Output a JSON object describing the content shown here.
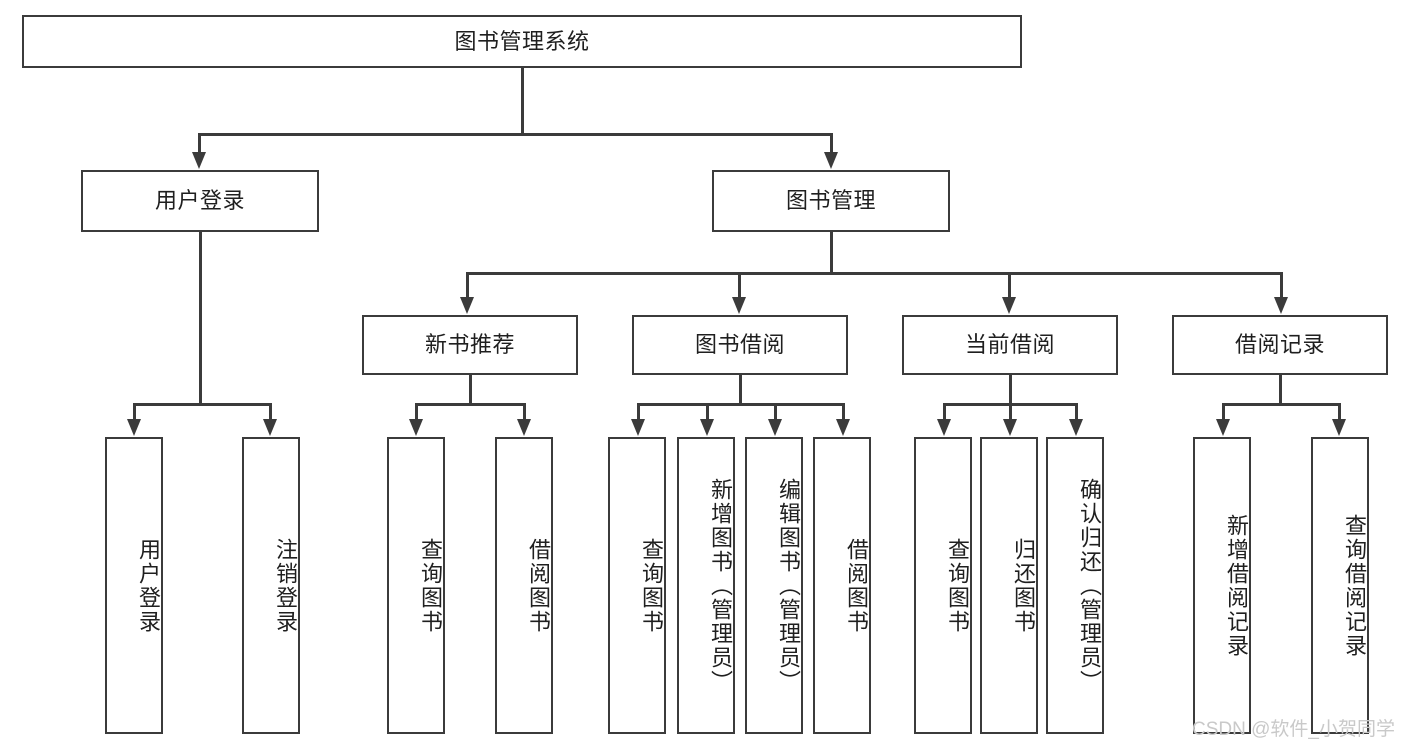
{
  "diagram": {
    "type": "tree-hierarchy",
    "title": "图书管理系统",
    "watermark": "CSDN @软件_小贺同学",
    "colors": {
      "stroke": "#3b3b3b",
      "fill": "#ffffff",
      "text": "#1f1f1f",
      "watermark": "#c9c9c9"
    },
    "root": {
      "label": "图书管理系统"
    },
    "level2": [
      {
        "label": "用户登录"
      },
      {
        "label": "图书管理"
      }
    ],
    "level3": [
      {
        "label": "新书推荐"
      },
      {
        "label": "图书借阅"
      },
      {
        "label": "当前借阅"
      },
      {
        "label": "借阅记录"
      }
    ],
    "leaves": {
      "user_login": [
        {
          "label": "用户登录"
        },
        {
          "label": "注销登录"
        }
      ],
      "new_book": [
        {
          "label": "查询图书"
        },
        {
          "label": "借阅图书"
        }
      ],
      "book_borrow": [
        {
          "label": "查询图书"
        },
        {
          "label": "新增图书（管理员）"
        },
        {
          "label": "编辑图书（管理员）"
        },
        {
          "label": "借阅图书"
        }
      ],
      "current_borrow": [
        {
          "label": "查询图书"
        },
        {
          "label": "归还图书"
        },
        {
          "label": "确认归还（管理员）"
        }
      ],
      "borrow_record": [
        {
          "label": "新增借阅记录"
        },
        {
          "label": "查询借阅记录"
        }
      ]
    }
  }
}
